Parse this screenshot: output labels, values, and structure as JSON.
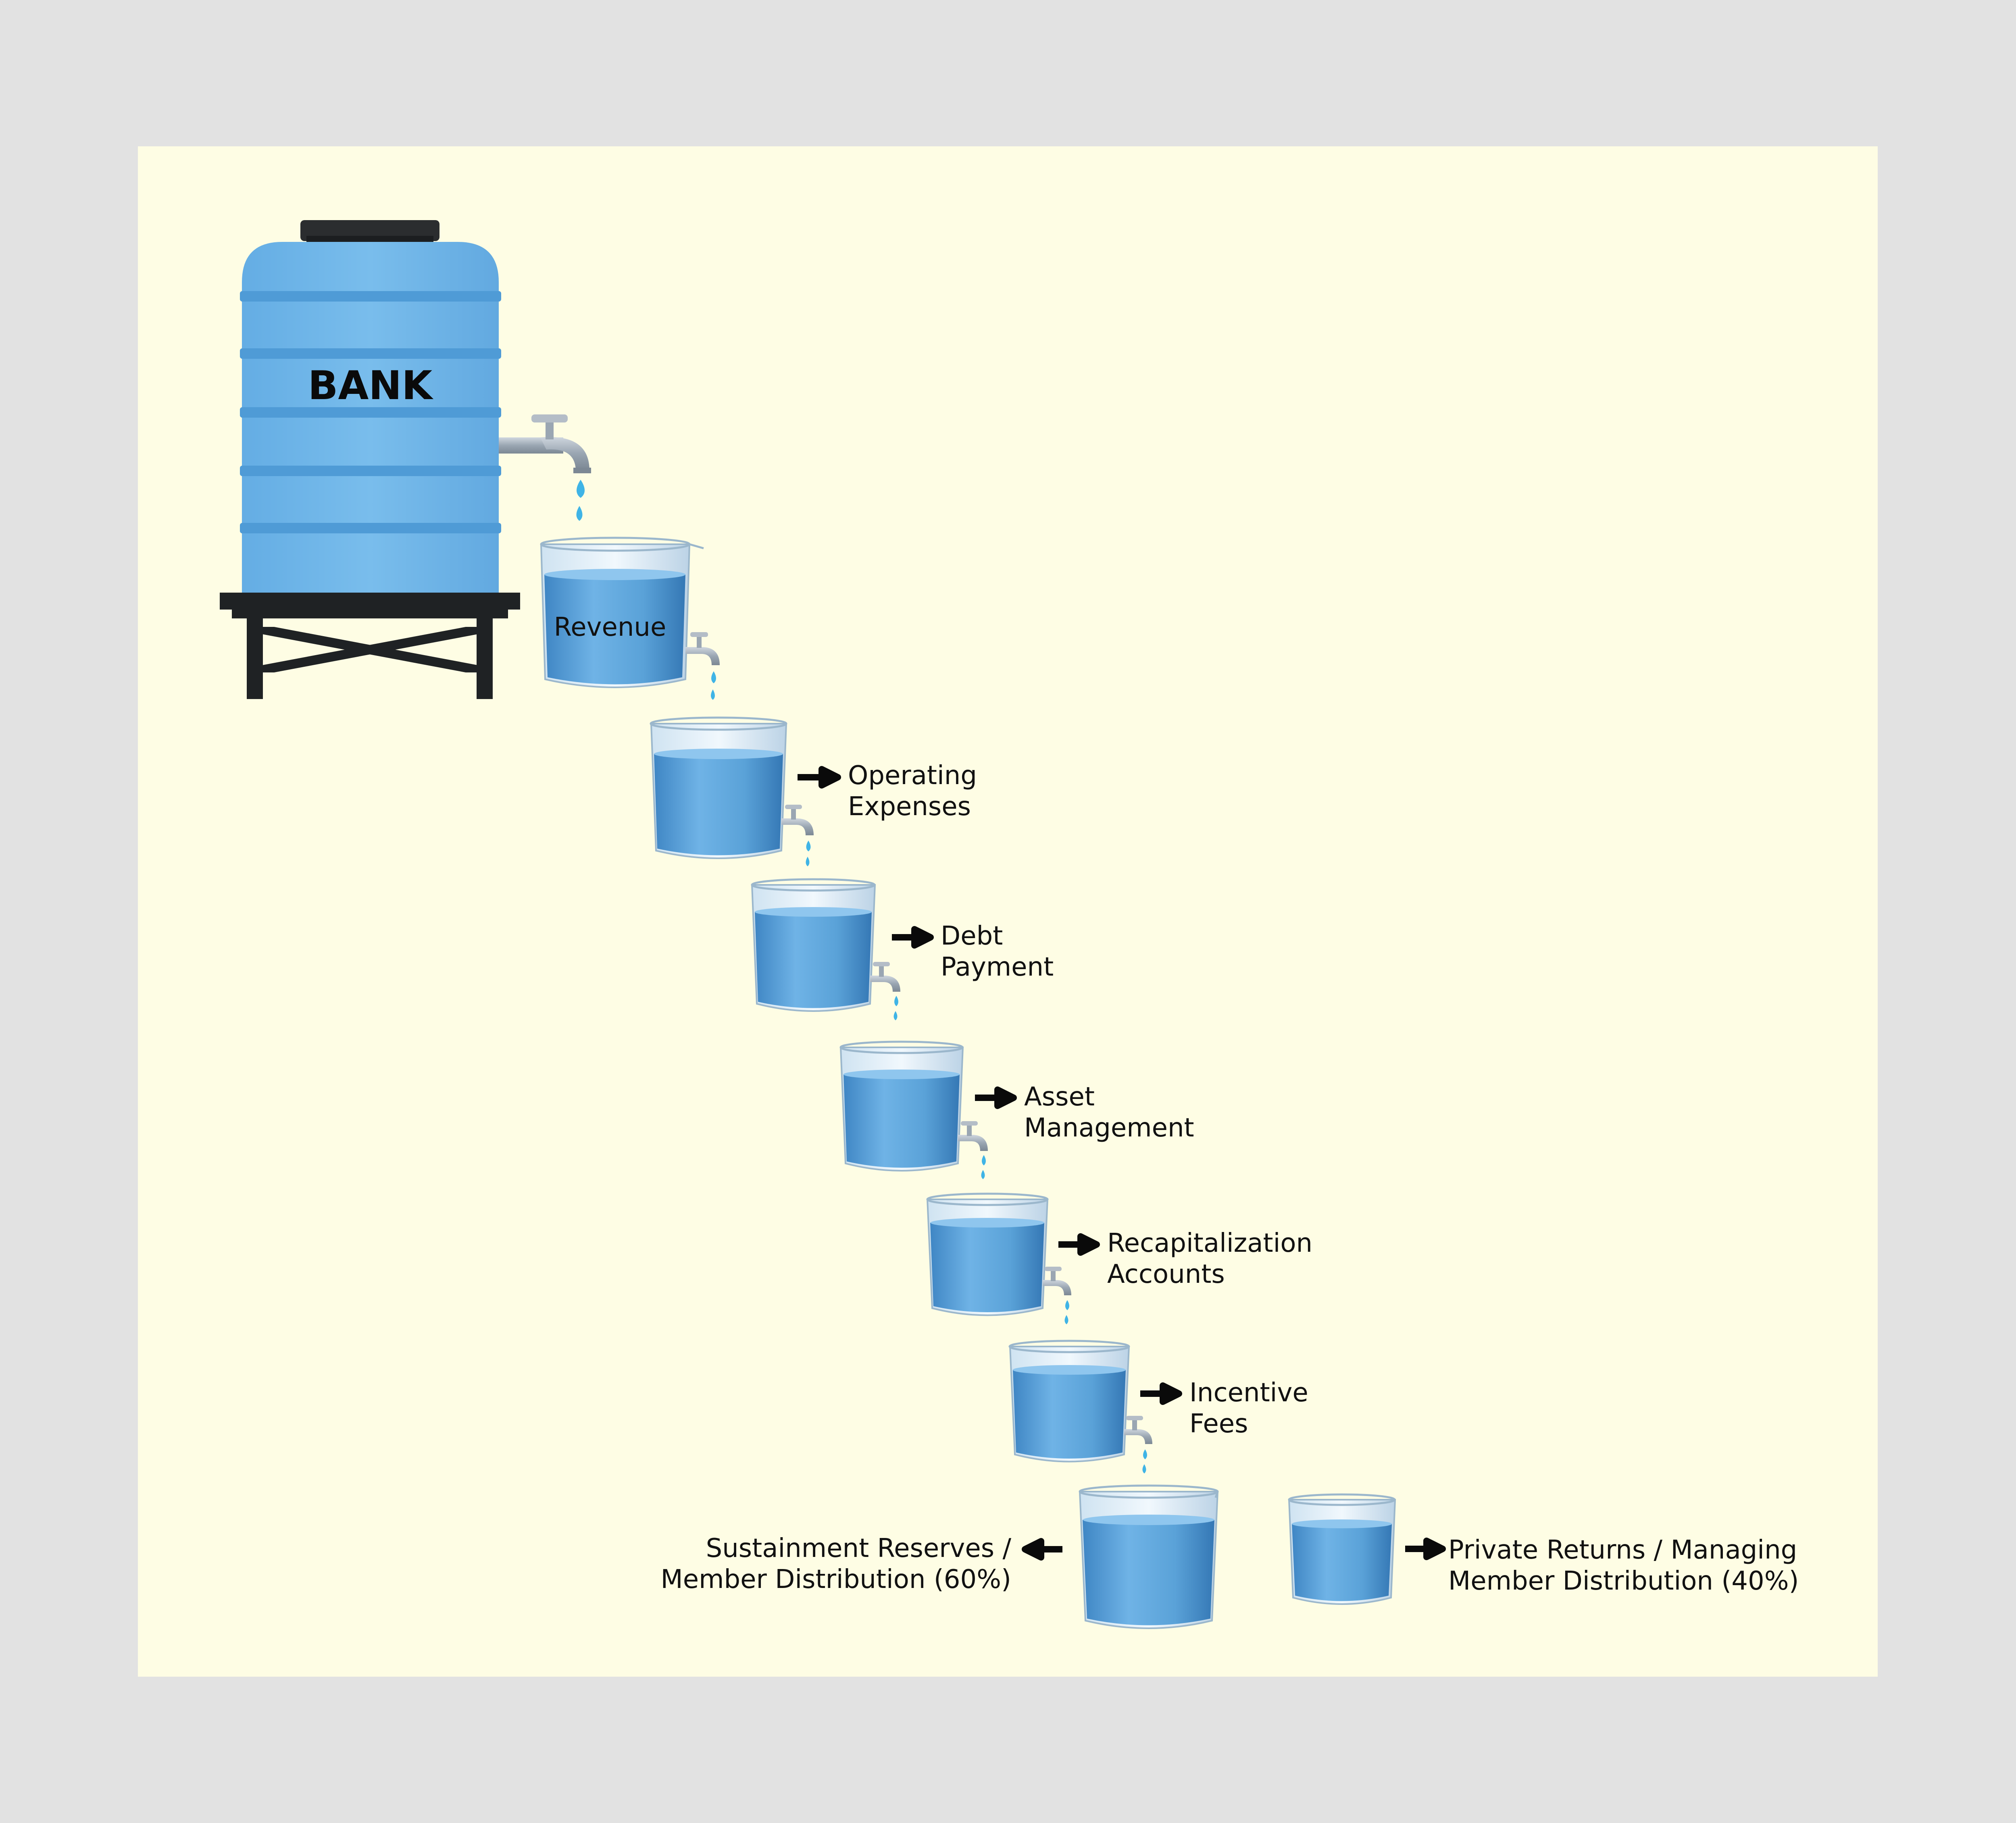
{
  "tank": {
    "label": "BANK"
  },
  "vessels": [
    {
      "label": "Revenue"
    },
    {
      "line1": "Operating",
      "line2": "Expenses"
    },
    {
      "line1": "Debt",
      "line2": "Payment"
    },
    {
      "line1": "Asset",
      "line2": "Management"
    },
    {
      "line1": "Recapitalization",
      "line2": "Accounts"
    },
    {
      "line1": "Incentive",
      "line2": "Fees"
    }
  ],
  "split": {
    "left": {
      "line1": "Sustainment Reserves /",
      "line2": "Member Distribution (60%)"
    },
    "right": {
      "line1": "Private Returns / Managing",
      "line2": "Member Distribution (40%)"
    }
  },
  "colors": {
    "panel": "#fefde4",
    "outer": "#e2e2e2",
    "tank": "#6eb4e8",
    "tank_band": "#5aa3db",
    "water": "#5ba4db",
    "stand": "#1f2224",
    "drop": "#3fb4e6"
  }
}
